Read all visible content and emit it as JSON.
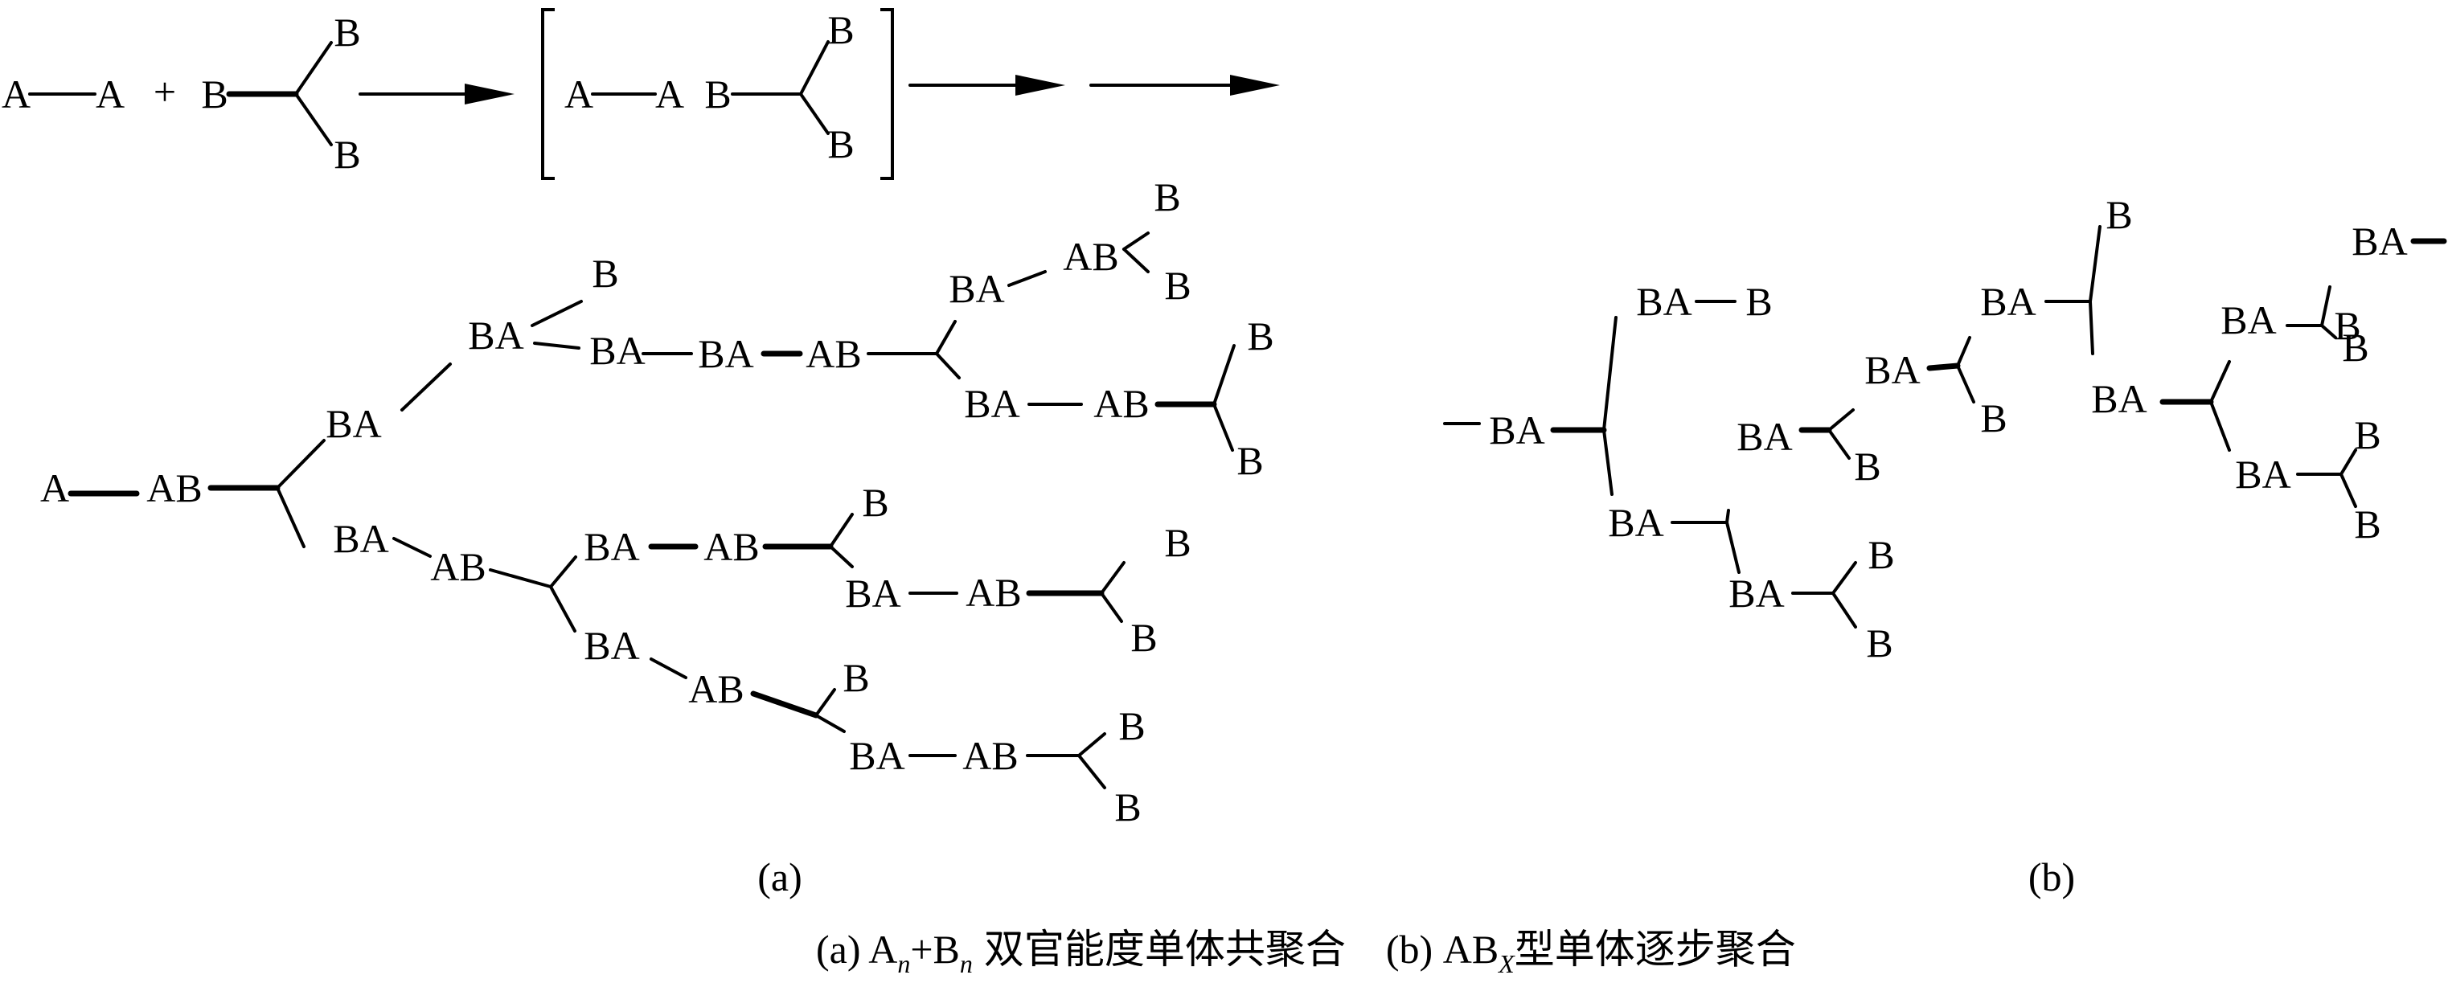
{
  "atoms": {
    "a": "A",
    "b": "B",
    "ab": "AB",
    "ba": "BA"
  },
  "equation": {
    "plus": "+"
  },
  "panel_labels": {
    "a": "(a)",
    "b": "(b)"
  },
  "caption": {
    "a_prefix": "(a) A",
    "a_sub_n1": "n",
    "a_plus": "+B",
    "a_sub_n2": "n",
    "a_text": "双官能度单体共聚合",
    "b_prefix": "(b) AB",
    "b_sub_x": "X",
    "b_text": "型单体逐步聚合"
  }
}
